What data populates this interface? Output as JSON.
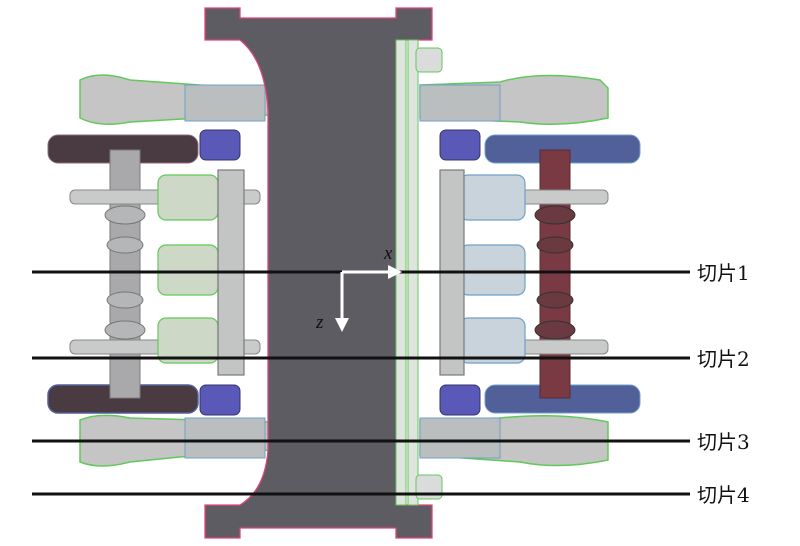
{
  "axes": {
    "x_label": "x",
    "z_label": "z"
  },
  "slices": [
    {
      "label": "切片1"
    },
    {
      "label": "切片2"
    },
    {
      "label": "切片3"
    },
    {
      "label": "切片4"
    }
  ],
  "colors": {
    "body": "#5c5c62",
    "body_edge": "#e0447a",
    "frame": "#b9bcbc",
    "frame_edge": "#63c85a",
    "wheel": "#4a3a42",
    "wheel_blue": "#52609a",
    "bearing": "#5b59b8",
    "axle": "#a9a9ab",
    "axle_red": "#7a3a44",
    "suspension": "#b8d8a8",
    "rod": "#c8cfc9",
    "slice_line": "#111111"
  }
}
